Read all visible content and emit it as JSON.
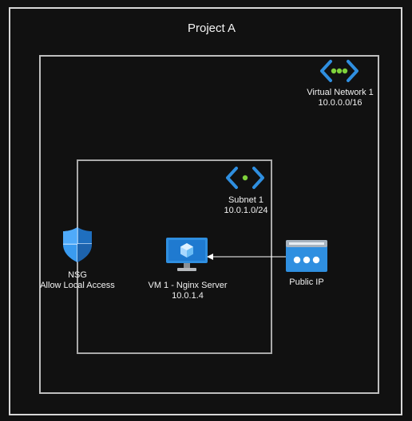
{
  "project": {
    "title": "Project A"
  },
  "vnet": {
    "name": "Virtual Network 1",
    "cidr": "10.0.0.0/16"
  },
  "subnet": {
    "name": "Subnet 1",
    "cidr": "10.0.1.0/24"
  },
  "nsg": {
    "name": "NSG",
    "description": "Allow Local Access"
  },
  "vm": {
    "name": "VM 1 - Nginx Server",
    "ip": "10.0.1.4"
  },
  "public_ip": {
    "name": "Public IP"
  },
  "icons": {
    "vnet": "virtual-network-icon",
    "subnet": "subnet-icon",
    "nsg": "shield-icon",
    "vm": "virtual-machine-icon",
    "public_ip": "public-ip-icon"
  },
  "colors": {
    "background": "#111111",
    "azure_blue": "#2f8fe0",
    "dot_green": "#7fd13b",
    "connector": "#ffffff"
  }
}
